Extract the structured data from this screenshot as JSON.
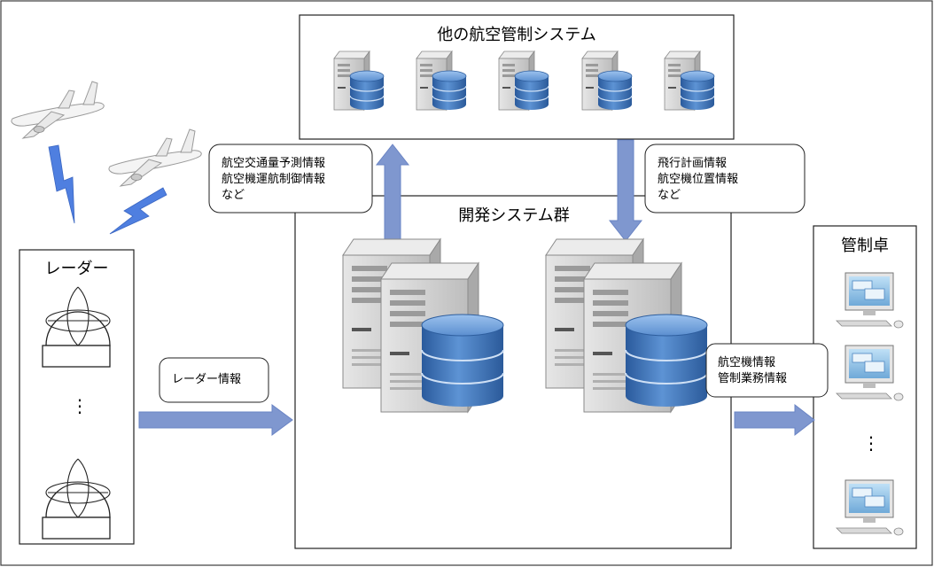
{
  "groups": {
    "other_systems": "他の航空管制システム",
    "dev_systems": "開発システム群",
    "radar": "レーダー",
    "console": "管制卓"
  },
  "notes": {
    "outbound": [
      "航空交通量予測情報",
      "航空機運航制御情報",
      "など"
    ],
    "inbound": [
      "飛行計画情報",
      "航空機位置情報",
      "など"
    ],
    "radar_info": [
      "レーダー情報"
    ],
    "console_info": [
      "航空機情報",
      "管制業務情報"
    ]
  },
  "ellipsis": "⋮",
  "colors": {
    "border": "#3c3c3c",
    "arrow_fill": "#7f97cf",
    "arrow_stroke": "#6a84c4",
    "lightning": "#4f7fe0",
    "db_blue": "#3d73b8",
    "server_gray": "#c9c9c9"
  },
  "icons": [
    "airplane-icon",
    "lightning-icon",
    "radar-dome-icon",
    "server-icon",
    "database-icon",
    "workstation-icon"
  ]
}
